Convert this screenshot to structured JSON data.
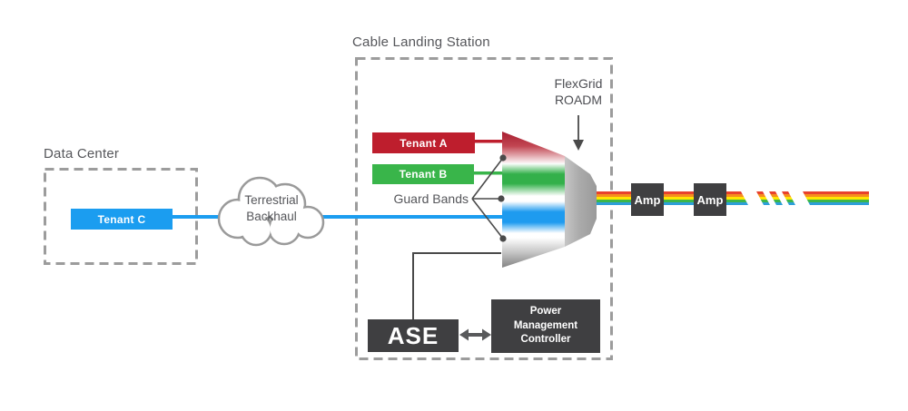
{
  "labels": {
    "data_center": "Data Center",
    "tenant_c": "Tenant C",
    "cloud_line1": "Terrestrial",
    "cloud_line2": "Backhaul",
    "cable_landing_station": "Cable Landing Station",
    "tenant_a": "Tenant A",
    "tenant_b": "Tenant B",
    "guard_bands": "Guard Bands",
    "flexgrid_line1": "FlexGrid",
    "flexgrid_line2": "ROADM",
    "ase": "ASE",
    "pmc_line1": "Power",
    "pmc_line2": "Management",
    "pmc_line3": "Controller",
    "amp_1": "Amp",
    "amp_2": "Amp"
  },
  "colors": {
    "tenant_a_red": "#BE1E2D",
    "tenant_b_green": "#39B54A",
    "tenant_c_blue": "#1B9DF0",
    "dark_box": "#3F3F41",
    "dashed_border": "#9C9C9C",
    "label_text": "#55565A",
    "spectrum_red": "#A81E30",
    "spectrum_green": "#33B04A",
    "spectrum_blue": "#1E9BEF",
    "spectrum_gray": "#7F7F7F",
    "rainbow_stripes": [
      "#E8412C",
      "#F68E1E",
      "#FFE600",
      "#3CB64A",
      "#2D9FD9"
    ]
  },
  "icons": {
    "backhaul": "cloud-icon",
    "flexgrid_pointer": "down-arrow-icon",
    "ase_pmc_link": "double-arrow-icon",
    "guard_band_markers": "dot-pointer-icon",
    "mux": "spectrum-funnel-icon",
    "fiber": "rainbow-fiber-icon"
  }
}
